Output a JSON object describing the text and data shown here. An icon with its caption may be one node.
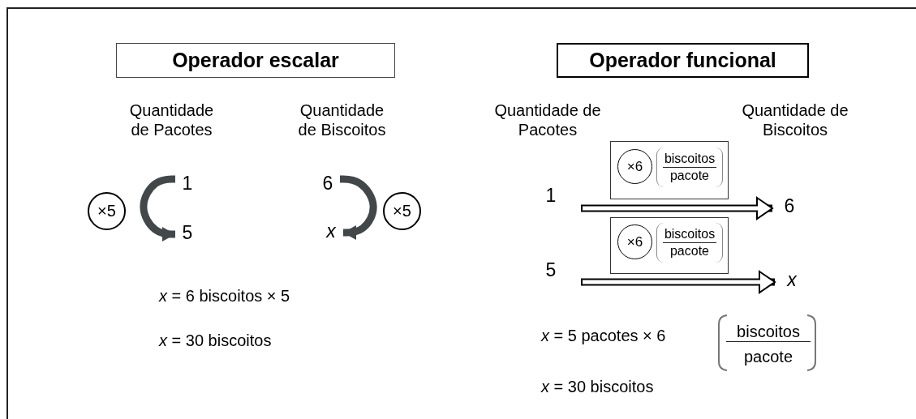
{
  "diagram": {
    "nodes": [
      {
        "text": [
          "Operador escalar"
        ]
      },
      {
        "text": [
          "Operador funcional"
        ]
      },
      {
        "text": [
          "×5"
        ]
      },
      {
        "text": [
          "1"
        ]
      },
      {
        "text": [
          "5"
        ]
      },
      {
        "text": [
          "6"
        ]
      },
      {
        "text": [
          "x"
        ]
      },
      {
        "text": [
          "×5"
        ]
      },
      {
        "text": [
          "1"
        ]
      },
      {
        "text": [],
        "shape": "box"
      },
      {
        "text": [
          "×6"
        ],
        "in": 9
      },
      {
        "text": [
          "biscoitos",
          "pacote"
        ],
        "in": 9
      },
      {
        "text": [
          "6"
        ]
      },
      {
        "text": [
          "5"
        ]
      },
      {
        "text": [],
        "shape": "box"
      },
      {
        "text": [
          "×6"
        ],
        "in": 14
      },
      {
        "text": [
          "biscoitos",
          "pacote"
        ],
        "in": 14
      },
      {
        "text": [
          "x"
        ]
      }
    ],
    "edges": [
      {
        "from": 3,
        "to": 4,
        "arrow": "to"
      },
      {
        "from": 5,
        "to": 6,
        "arrow": "to"
      },
      {
        "from": 8,
        "to": 12,
        "arrow": "to"
      },
      {
        "from": 13,
        "to": 17,
        "arrow": "to"
      }
    ],
    "labels": [
      "Quantidade de Pacotes",
      "Quantidade de Biscoitos",
      "*x* =  6 biscoitos × 5",
      "*x* = 30 biscoitos",
      "Quantidade de Pacotes",
      "Quantidade de Biscoitos",
      "*x* =  5 pacotes × 6",
      "biscoitos",
      "pacote",
      "*x* = 30 biscoitos"
    ]
  }
}
